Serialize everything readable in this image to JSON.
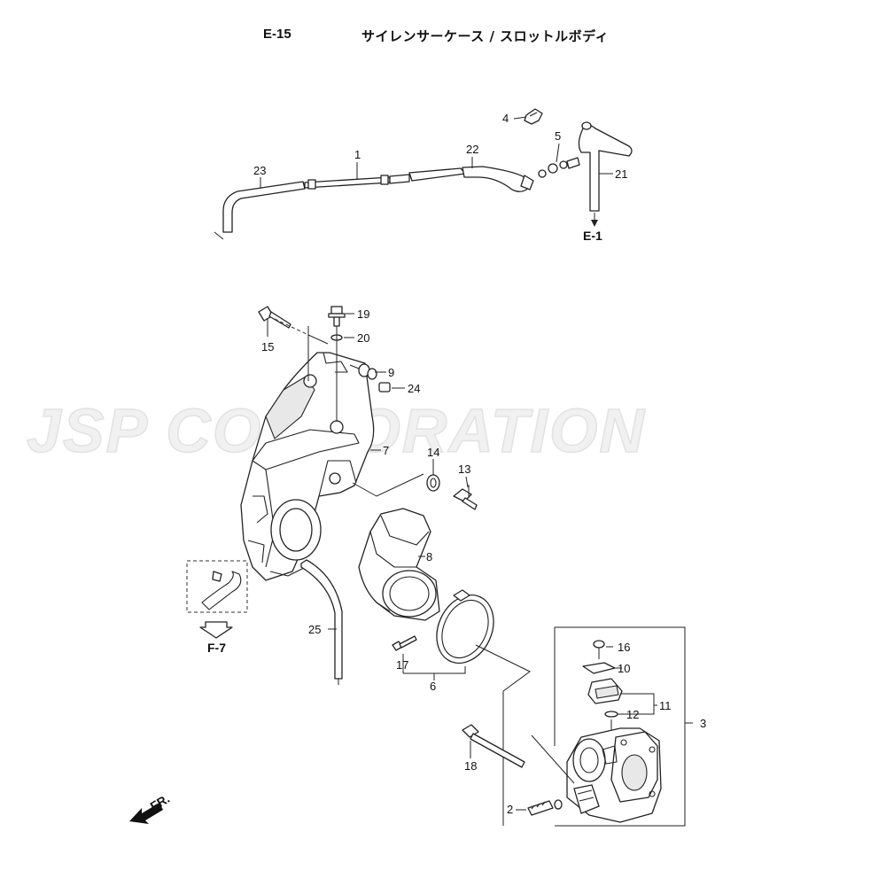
{
  "header": {
    "code": "E-15",
    "title": "サイレンサーケース / スロットルボディ"
  },
  "watermark": "JSP CORPORATION",
  "callouts": {
    "c1": "1",
    "c2": "2",
    "c3": "3",
    "c4": "4",
    "c5": "5",
    "c6": "6",
    "c7": "7",
    "c8": "8",
    "c9": "9",
    "c10": "10",
    "c11": "11",
    "c12": "12",
    "c13": "13",
    "c14": "14",
    "c15": "15",
    "c16": "16",
    "c17": "17",
    "c18": "18",
    "c19": "19",
    "c20": "20",
    "c21": "21",
    "c22": "22",
    "c23": "23",
    "c24": "24",
    "c25": "25"
  },
  "references": {
    "e1": "E-1",
    "f7": "F-7"
  },
  "direction": "FR."
}
